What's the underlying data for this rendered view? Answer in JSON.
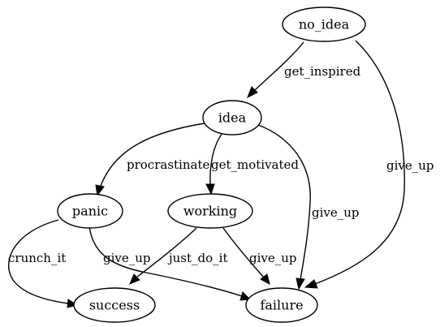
{
  "diagram": {
    "type": "directed-graph",
    "nodes": [
      {
        "id": "no_idea",
        "label": "no_idea"
      },
      {
        "id": "idea",
        "label": "idea"
      },
      {
        "id": "panic",
        "label": "panic"
      },
      {
        "id": "working",
        "label": "working"
      },
      {
        "id": "success",
        "label": "success"
      },
      {
        "id": "failure",
        "label": "failure"
      }
    ],
    "edges": [
      {
        "id": "e1",
        "from": "no_idea",
        "to": "idea",
        "label": "get_inspired"
      },
      {
        "id": "e2",
        "from": "no_idea",
        "to": "failure",
        "label": "give_up"
      },
      {
        "id": "e3",
        "from": "idea",
        "to": "panic",
        "label": "procrastinate"
      },
      {
        "id": "e4",
        "from": "idea",
        "to": "working",
        "label": "get_motivated"
      },
      {
        "id": "e5",
        "from": "idea",
        "to": "failure",
        "label": "give_up"
      },
      {
        "id": "e6",
        "from": "panic",
        "to": "success",
        "label": "crunch_it"
      },
      {
        "id": "e7",
        "from": "panic",
        "to": "failure",
        "label": "give_up"
      },
      {
        "id": "e8",
        "from": "working",
        "to": "success",
        "label": "just_do_it"
      },
      {
        "id": "e9",
        "from": "working",
        "to": "failure",
        "label": "give_up"
      }
    ]
  }
}
